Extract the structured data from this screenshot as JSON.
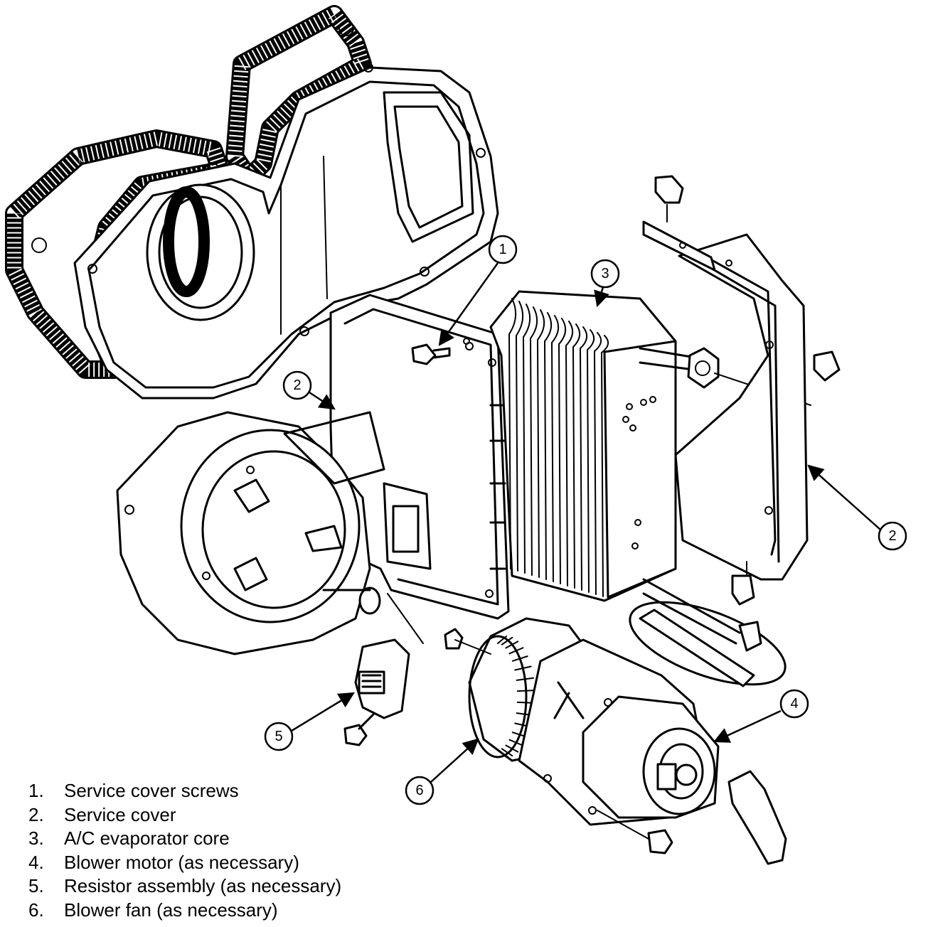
{
  "callouts": [
    {
      "id": "1",
      "label": "1"
    },
    {
      "id": "2a",
      "label": "2"
    },
    {
      "id": "2b",
      "label": "2"
    },
    {
      "id": "3",
      "label": "3"
    },
    {
      "id": "4",
      "label": "4"
    },
    {
      "id": "5",
      "label": "5"
    },
    {
      "id": "6",
      "label": "6"
    }
  ],
  "legend": [
    {
      "num": "1.",
      "text": "Service cover screws"
    },
    {
      "num": "2.",
      "text": "Service cover"
    },
    {
      "num": "3.",
      "text": "A/C evaporator core"
    },
    {
      "num": "4.",
      "text": "Blower motor (as necessary)"
    },
    {
      "num": "5.",
      "text": "Resistor assembly (as necessary)"
    },
    {
      "num": "6.",
      "text": "Blower fan (as necessary)"
    }
  ]
}
